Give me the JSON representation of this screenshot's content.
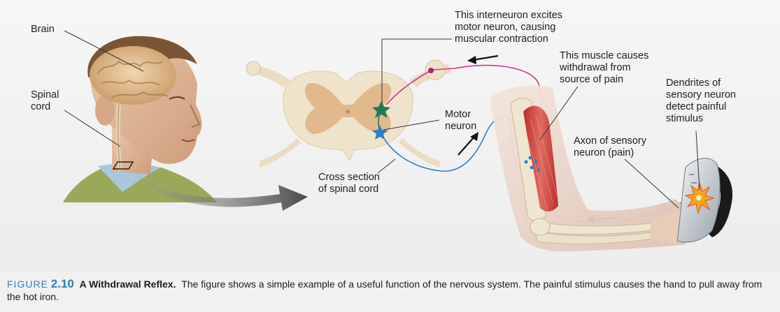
{
  "labels": {
    "brain": "Brain",
    "spinal_cord": "Spinal\ncord",
    "cross_section": "Cross section\nof spinal cord",
    "interneuron": "This interneuron excites\nmotor neuron, causing\nmuscular contraction",
    "motor_neuron": "Motor\nneuron",
    "muscle": "This muscle causes\nwithdrawal from\nsource of pain",
    "dendrites": "Dendrites of\nsensory neuron\ndetect painful\nstimulus",
    "axon": "Axon of sensory\nneuron (pain)"
  },
  "caption": {
    "figure_word": "FIGURE",
    "figure_number": "2.10",
    "title": "A Withdrawal Reflex.",
    "text": "The figure shows a simple example of a useful function of the nervous system. The painful stimulus causes the hand to pull away from the hot iron."
  },
  "colors": {
    "sensory_neuron": "#c8398f",
    "motor_neuron": "#2f7fc0",
    "interneuron": "#1f7a52",
    "muscle": "#c43c3c",
    "caption_accent": "#2f7fb5"
  }
}
